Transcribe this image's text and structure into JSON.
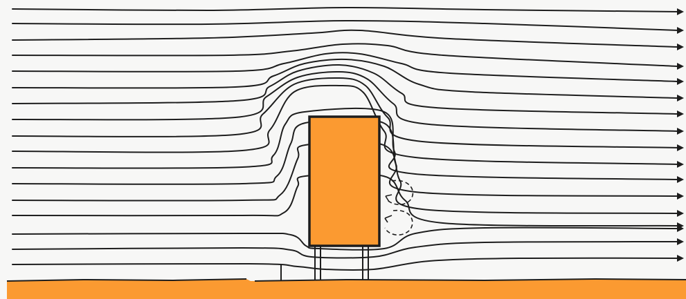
{
  "diagram": {
    "colors": {
      "background": "#f7f7f6",
      "stroke": "#1d1d1d",
      "building_fill": "#fb9a31",
      "ground_fill": "#fb9a31"
    },
    "elements": {
      "streamlines": "wind-streamline",
      "building": "building-block",
      "stilts": "support-stilts",
      "ground": "ground-strip",
      "eddies": "wake-eddy",
      "arrowheads": "flow-arrowhead-icon"
    }
  }
}
